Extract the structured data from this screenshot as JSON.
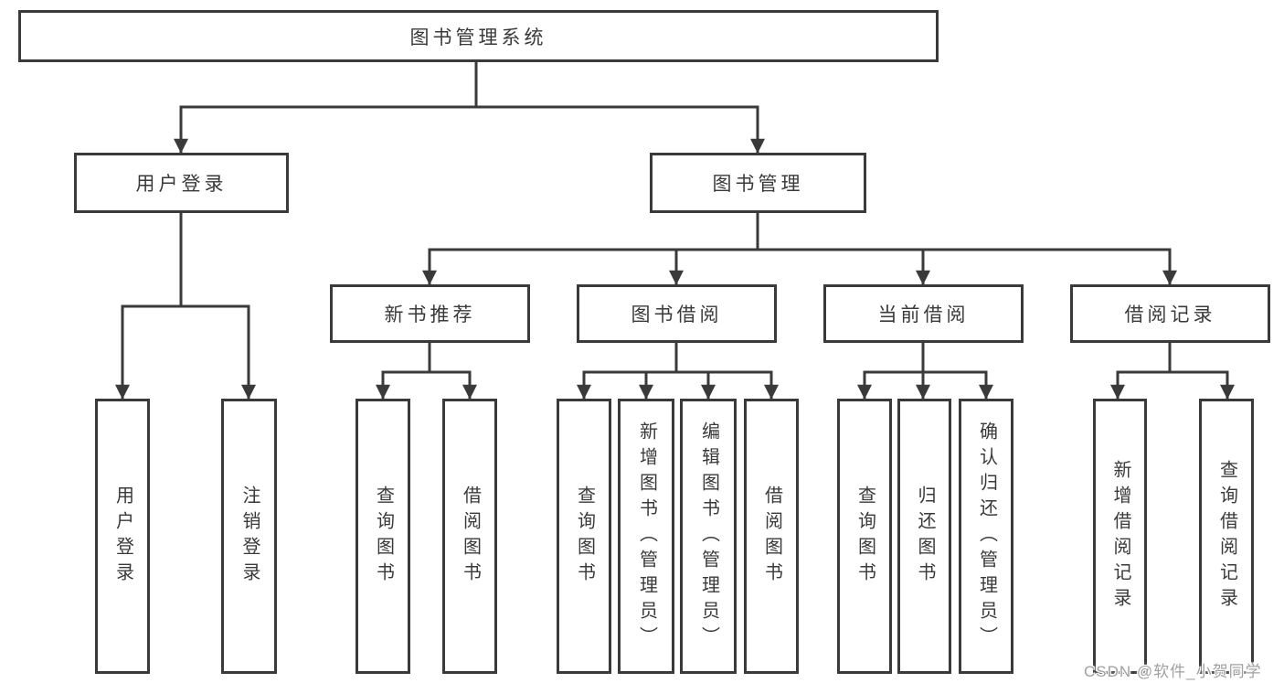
{
  "diagram_title": "图书管理系统",
  "colors": {
    "line": "#3a3a3a",
    "box_border": "#3a3a3a",
    "text": "#3a3a3a",
    "background": "#ffffff",
    "watermark": "#a0a0a0"
  },
  "nodes": {
    "root": "图书管理系统",
    "user_login": "用户登录",
    "book_management": "图书管理",
    "user_login_children": [
      "用户登录",
      "注销登录"
    ],
    "new_book_recommend": "新书推荐",
    "new_book_recommend_children": [
      "查询图书",
      "借阅图书"
    ],
    "book_borrow": "图书借阅",
    "book_borrow_children": [
      "查询图书",
      "新增图书（管理员）",
      "编辑图书（管理员）",
      "借阅图书"
    ],
    "current_borrow": "当前借阅",
    "current_borrow_children": [
      "查询图书",
      "归还图书",
      "确认归还（管理员）"
    ],
    "borrow_record": "借阅记录",
    "borrow_record_children": [
      "新增借阅记录",
      "查询借阅记录"
    ]
  },
  "watermark": "CSDN @软件_小贺同学"
}
